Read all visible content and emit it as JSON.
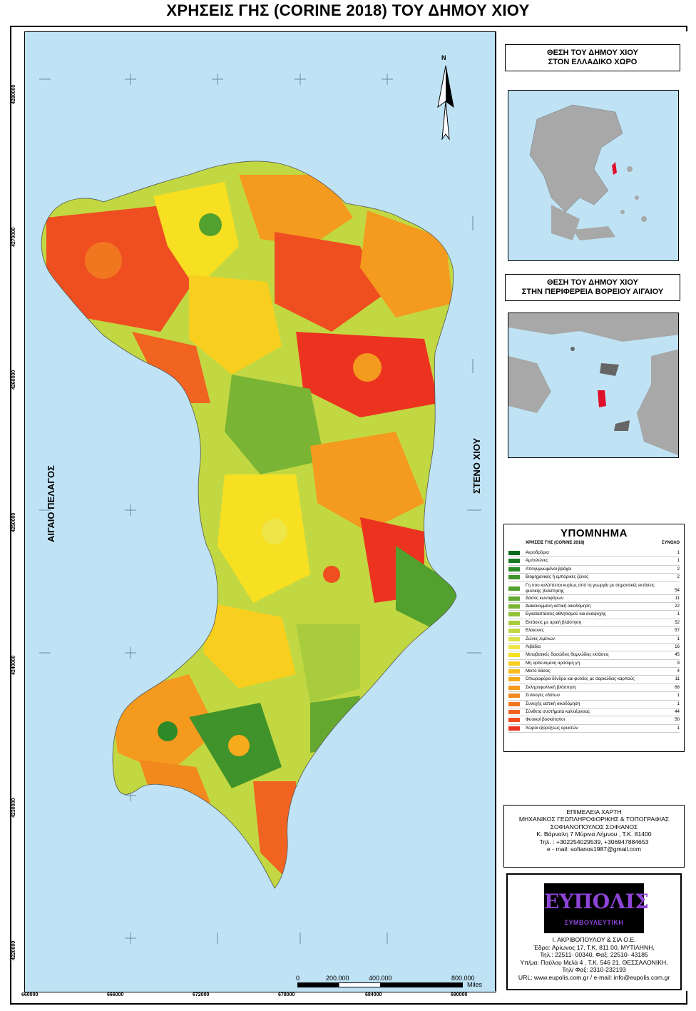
{
  "title": "ΧΡΗΣΕΙΣ ΓΗΣ (CORINE 2018) ΤΟΥ ΔΗΜΟΥ ΧΙΟΥ",
  "inset1_title": [
    "ΘΕΣΗ ΤΟΥ ΔΗΜΟΥ ΧΙΟΥ",
    "ΣΤΟΝ ΕΛΛΑΔΙΚΟ ΧΩΡΟ"
  ],
  "inset2_title": [
    "ΘΕΣΗ ΤΟΥ ΔΗΜΟΥ ΧΙΟΥ",
    "ΣΤΗΝ ΠΕΡΙΦΕΡΕΙΑ ΒΟΡΕΙΟΥ ΑΙΓΑΙΟΥ"
  ],
  "sea_west": "ΑΙΓΑΙΟ ΠΕΛΑΓΟΣ",
  "sea_east": "ΣΤΕΝΟ ΧΙΟΥ",
  "north_label": "N",
  "x_ticks": [
    "660000",
    "666000",
    "672000",
    "678000",
    "684000",
    "690000"
  ],
  "y_ticks": [
    "4280000",
    "4270000",
    "4260000",
    "4250000",
    "4240000",
    "4230000",
    "4220000"
  ],
  "scale": {
    "labels": [
      "0",
      "200.000",
      "400.000",
      "800.000"
    ],
    "unit": "Miles"
  },
  "legend": {
    "title": "ΥΠΟΜΝΗΜΑ",
    "col_left": "ΧΡΗΣΕΙΣ ΓΗΣ (CORINE 2018)",
    "col_right": "ΣΥΝΟΛΟ",
    "items": [
      {
        "label": "Αεροδρόμια",
        "count": "1",
        "color": "#0b6b1e"
      },
      {
        "label": "Αμπελώνες",
        "count": "1",
        "color": "#1c7a22"
      },
      {
        "label": "Απογυμνωμένοι βράχοι",
        "count": "2",
        "color": "#2d8a26"
      },
      {
        "label": "Βιομηχανικές ή εμπορικές ζώνες",
        "count": "2",
        "color": "#3f932a"
      },
      {
        "label": "Γη που καλύπτεται κυρίως από τη γεωργία με σημαντικές εκτάσεις φυσικής βλάστησης",
        "count": "54",
        "color": "#52a02e",
        "tall": true
      },
      {
        "label": "Δάσος κωνοφόρων",
        "count": "11",
        "color": "#64a830"
      },
      {
        "label": "Διακεκομμένη αστική οικοδόμηση",
        "count": "22",
        "color": "#7ab434"
      },
      {
        "label": "Εγκαταστάσεις αθλητισμού και αναψυχής",
        "count": "1",
        "color": "#92c039"
      },
      {
        "label": "Εκτάσεις με αραιή βλάστηση",
        "count": "52",
        "color": "#a8cc3d"
      },
      {
        "label": "Ελαιώνες",
        "count": "57",
        "color": "#c2d842"
      },
      {
        "label": "Ζώνες λιμένων",
        "count": "1",
        "color": "#dbe24a"
      },
      {
        "label": "Λιβάδια",
        "count": "16",
        "color": "#eee648"
      },
      {
        "label": "Μεταβατικές δασώδεις θαμνώδεις εκτάσεις",
        "count": "45",
        "color": "#f7df22"
      },
      {
        "label": "Μη αρδευόμενη αρόσιμη γη",
        "count": "9",
        "color": "#f8cf1e"
      },
      {
        "label": "Μικτό δάσος",
        "count": "4",
        "color": "#f6bd1c"
      },
      {
        "label": "Οπωροφόρα δένδρα και φυτείες με σαρκώδεις καρπούς",
        "count": "11",
        "color": "#f5ab1c"
      },
      {
        "label": "Σκληροφυλλική βλάστηση",
        "count": "68",
        "color": "#f49a1e"
      },
      {
        "label": "Συλλογές υδάτων",
        "count": "1",
        "color": "#f2891f"
      },
      {
        "label": "Συνεχής αστική οικοδόμηση",
        "count": "1",
        "color": "#f17620"
      },
      {
        "label": "Σύνθετα συστήματα καλλιέργειας",
        "count": "44",
        "color": "#f06321"
      },
      {
        "label": "Φυσικοί βοσκότοποι",
        "count": "50",
        "color": "#ee4e20"
      },
      {
        "label": "Χώροι εξορύξεως ορυκτών",
        "count": "1",
        "color": "#ec3320"
      }
    ]
  },
  "credit": [
    "ΕΠΙΜΕΛΕΙΑ ΧΑΡΤΗ",
    "ΜΗΧΑΝΙΚΟΣ ΓΕΩΠΛΗΡΟΦΟΡΙΚΗΣ & ΤΟΠΟΓΡΑΦΙΑΣ",
    "ΣΟΦΙΑΝΟΠΟΥΛΟΣ ΣΟΦΙΑΝΟΣ",
    "Κ. Βάρναλη 7 Μύρινα Λήμνου , Τ.Κ. 81400",
    "Τηλ. : +302254029539, +306947884653",
    "e - mail: sofianos1987@gmail.com"
  ],
  "firm": {
    "logo_main": "ΕΥΠΟΛΙΣ",
    "logo_sub": "ΣΥΜΒΟΥΛΕΥΤΙΚΗ",
    "lines": [
      "Ι. ΑΚΡΙΒΟΠΟΥΛΟΥ & ΣΙΑ Ο.Ε.",
      "Έδρα: Αρίωνος 17, Τ.Κ. 811 00, ΜΥΤΙΛΗΝΗ,",
      "Τηλ.: 22511- 00340, Φαξ: 22510- 43185",
      "Υπ/μα: Παύλου Μελά 4 , Τ.Κ. 546 21, ΘΕΣΣΑΛΟΝΙΚΗ,",
      "Τηλ/ Φαξ: 2310-232193",
      "URL: www.eupolis.com.gr / e-mail: info@eupolis.com.gr"
    ]
  },
  "colors": {
    "sea": "#bfe3f5",
    "land_gray": "#a8a8a8",
    "highlight": "#e0102a"
  }
}
